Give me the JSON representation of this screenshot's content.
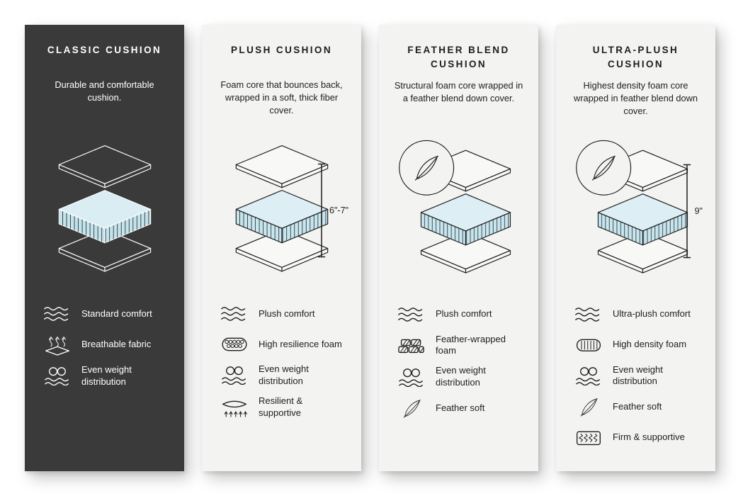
{
  "page": {
    "background": "#ffffff",
    "colors": {
      "dark_card": "#3a3a3a",
      "light_card": "#f3f3f1",
      "foam_blue": "#c7e6ef",
      "line_dark": "#1e1e1e",
      "line_light": "#ffffff"
    }
  },
  "cards": [
    {
      "id": "classic",
      "theme": "dark",
      "title": "CLASSIC CUSHION",
      "description": "Durable and comfortable cushion.",
      "illustration": "layered-cushion",
      "has_feather_badge": false,
      "dimension_label": "",
      "features": [
        {
          "icon": "comfort-waves-icon",
          "label": "Standard comfort"
        },
        {
          "icon": "breathable-fabric-icon",
          "label": "Breathable fabric"
        },
        {
          "icon": "even-weight-icon",
          "label": "Even weight distribution"
        }
      ]
    },
    {
      "id": "plush",
      "theme": "light",
      "title": "PLUSH CUSHION",
      "description": "Foam core that bounces back, wrapped in a soft, thick fiber cover.",
      "illustration": "layered-cushion",
      "has_feather_badge": false,
      "dimension_label": "6\"-7\"",
      "features": [
        {
          "icon": "comfort-waves-icon",
          "label": "Plush comfort"
        },
        {
          "icon": "high-resilience-foam-icon",
          "label": "High resilience foam"
        },
        {
          "icon": "even-weight-icon",
          "label": "Even weight distribution"
        },
        {
          "icon": "resilient-supportive-icon",
          "label": "Resilient & supportive"
        }
      ]
    },
    {
      "id": "feather-blend",
      "theme": "light",
      "title": "FEATHER BLEND CUSHION",
      "description": "Structural foam core wrapped in a feather blend down cover.",
      "illustration": "layered-cushion-with-feather-badge",
      "has_feather_badge": true,
      "dimension_label": "",
      "features": [
        {
          "icon": "comfort-waves-icon",
          "label": "Plush comfort"
        },
        {
          "icon": "feather-wrapped-foam-icon",
          "label": "Feather-wrapped foam"
        },
        {
          "icon": "even-weight-icon",
          "label": "Even weight distribution"
        },
        {
          "icon": "feather-icon",
          "label": "Feather soft"
        }
      ]
    },
    {
      "id": "ultra-plush",
      "theme": "light",
      "title": "ULTRA-PLUSH CUSHION",
      "description": "Highest density foam core wrapped in feather blend down cover.",
      "illustration": "layered-cushion-with-feather-badge",
      "has_feather_badge": true,
      "dimension_label": "9\"",
      "features": [
        {
          "icon": "comfort-waves-icon",
          "label": "Ultra-plush comfort"
        },
        {
          "icon": "high-density-foam-icon",
          "label": "High density foam"
        },
        {
          "icon": "even-weight-icon",
          "label": "Even weight distribution"
        },
        {
          "icon": "feather-icon",
          "label": "Feather soft"
        },
        {
          "icon": "firm-supportive-icon",
          "label": "Firm & supportive"
        }
      ]
    }
  ]
}
